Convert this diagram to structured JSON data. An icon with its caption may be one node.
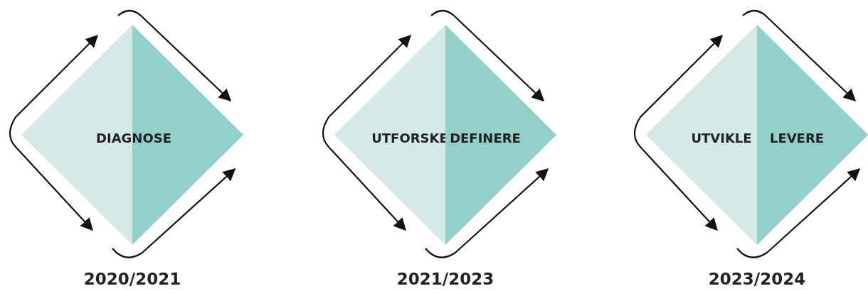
{
  "diagram": {
    "nodes": [
      {
        "text": [
          "DIAGNOSE"
        ],
        "beside": [
          "2020/2021"
        ]
      },
      {
        "text": [],
        "shape": "diamond",
        "beside": [
          "2021/2023"
        ]
      },
      {
        "text": [
          "UTFORSKE"
        ],
        "in": 1
      },
      {
        "text": [
          "DEFINERE"
        ],
        "in": 1
      },
      {
        "text": [],
        "shape": "diamond",
        "beside": [
          "2023/2024"
        ]
      },
      {
        "text": [
          "UTVIKLE"
        ],
        "in": 4
      },
      {
        "text": [
          "LEVERE"
        ],
        "in": 4
      }
    ],
    "edges": []
  }
}
